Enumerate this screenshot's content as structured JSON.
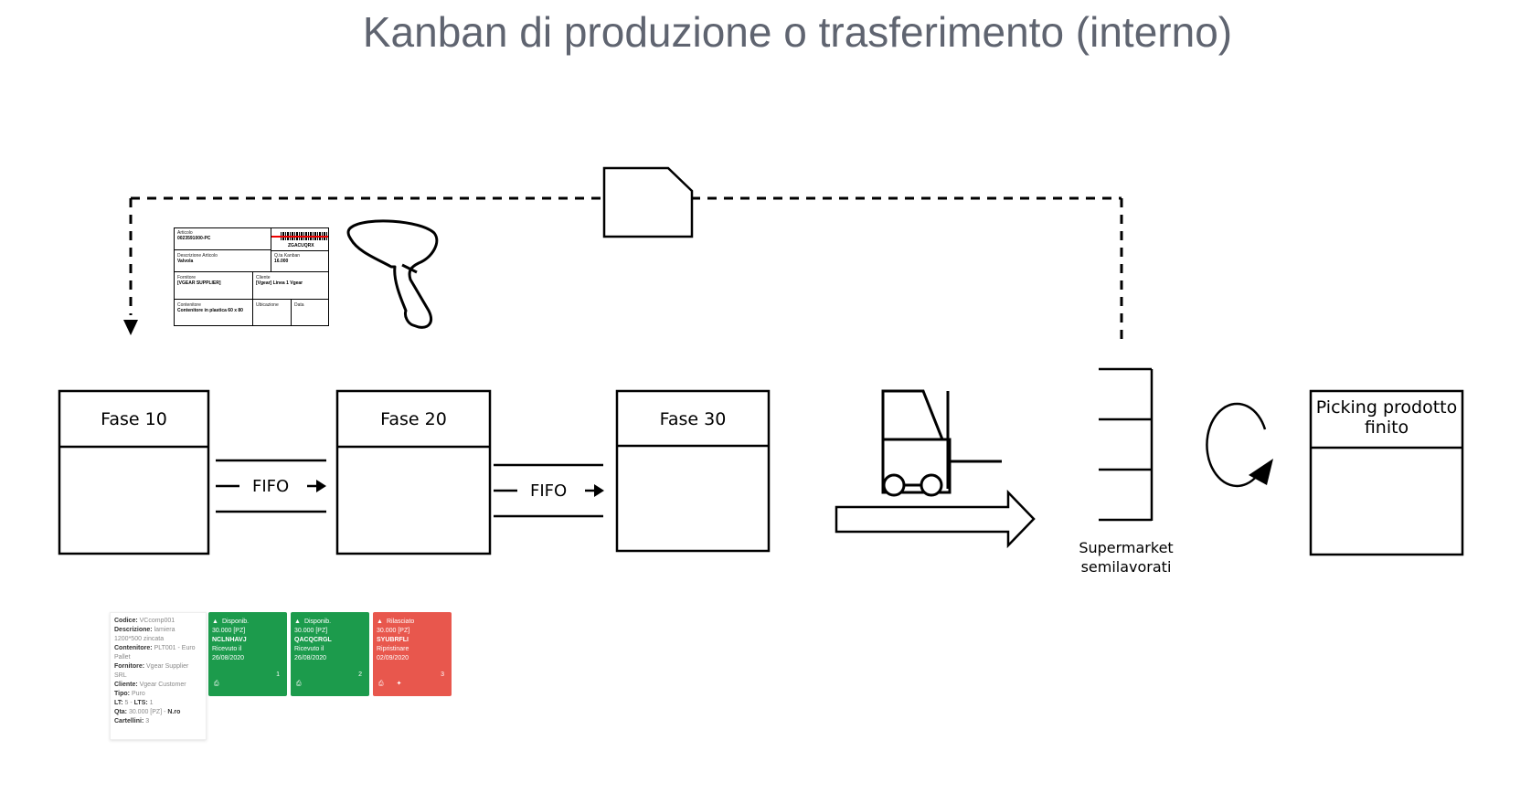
{
  "title": "Kanban di produzione o trasferimento (interno)",
  "phases": [
    {
      "label": "Fase 10"
    },
    {
      "label": "Fase 20"
    },
    {
      "label": "Fase 30"
    }
  ],
  "fifo": [
    "FIFO",
    "FIFO"
  ],
  "supermarket": {
    "line1": "Supermarket",
    "line2": "semilavorati"
  },
  "picking": {
    "line1": "Picking prodotto",
    "line2": "finito"
  },
  "kanban_label": {
    "articolo_k": "Articolo",
    "articolo_v": "0023591000-PC",
    "code": "ZGACUQRX",
    "descr_k": "Descrizione Articolo",
    "descr_v": "Valvola",
    "qta_k": "Q.ta Kanban",
    "qta_v": "16.000",
    "fornitore_k": "Fornitore",
    "fornitore_v": "[VGEAR SUPPLIER]",
    "cliente_k": "Cliente",
    "cliente_v": "[Vgear] Linea 1 Vgear",
    "contenitore_k": "Contenitore",
    "contenitore_v": "Contenitore in plastica 60 x 80",
    "ubicazione_k": "Ubicazione",
    "data_k": "Data"
  },
  "info_card": {
    "codice_k": "Codice:",
    "codice_v": "VCcomp001",
    "descr_k": "Descrizione:",
    "descr_v": "lamiera 1200*500 zincata",
    "cont_k": "Contenitore:",
    "cont_v": "PLT001 - Euro Pallet",
    "forn_k": "Fornitore:",
    "forn_v": "Vgear Supplier SRL",
    "cli_k": "Cliente:",
    "cli_v": "Vgear Customer",
    "tipo_k": "Tipo:",
    "tipo_v": "Puro",
    "lt_k": "LT:",
    "lt_v": "5 - ",
    "lts_k": "LTS:",
    "lts_v": "1",
    "qta_k": "Qta:",
    "qta_v": "30.000 [PZ] - ",
    "nro_k": "N.ro",
    "cart_k": "Cartellini:",
    "cart_v": "3"
  },
  "tiles": [
    {
      "status": "Disponib.",
      "qty": "30.000 [PZ]",
      "code": "NCLNHAVJ",
      "l1": "Ricevuto il",
      "l2": "26/08/2020",
      "num": "1",
      "color": "#1c9b4c"
    },
    {
      "status": "Disponib.",
      "qty": "30.000 [PZ]",
      "code": "QACQCRGL",
      "l1": "Ricevuto il",
      "l2": "26/08/2020",
      "num": "2",
      "color": "#1c9b4c"
    },
    {
      "status": "Rilasciato",
      "qty": "30.000 [PZ]",
      "code": "SYUBRFLI",
      "l1": "Ripristinare",
      "l2": "02/09/2020",
      "num": "3",
      "color": "#e8574d"
    }
  ]
}
